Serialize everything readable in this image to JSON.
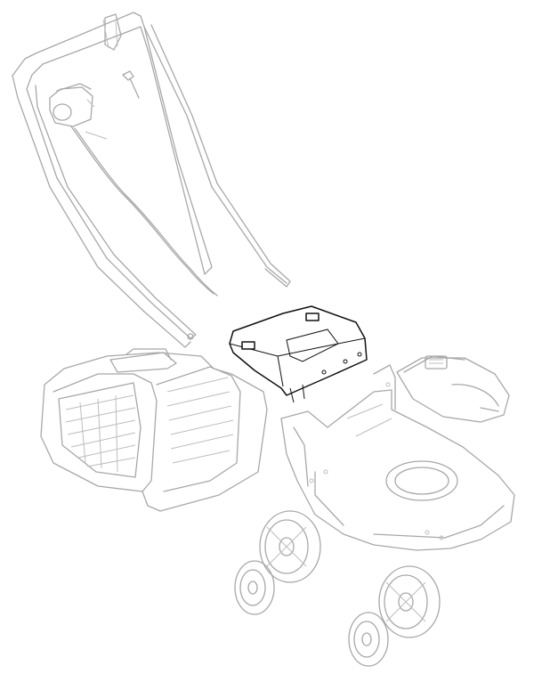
{
  "diagram": {
    "highlight_color": "#111111",
    "line_color": "#a8a8a8",
    "background": "#ffffff",
    "parts": [
      {
        "id": "handle",
        "icon": "mower-handle-icon",
        "highlighted": false
      },
      {
        "id": "switch-box",
        "icon": "switch-box-icon",
        "highlighted": false
      },
      {
        "id": "screw",
        "icon": "screw-icon",
        "highlighted": false
      },
      {
        "id": "cable",
        "icon": "cable-icon",
        "highlighted": false
      },
      {
        "id": "grass-box",
        "icon": "grass-box-icon",
        "highlighted": false
      },
      {
        "id": "rear-flap",
        "icon": "rear-flap-icon",
        "highlighted": true
      },
      {
        "id": "motor-cover",
        "icon": "motor-cover-icon",
        "highlighted": false
      },
      {
        "id": "deck",
        "icon": "mower-deck-icon",
        "highlighted": false
      },
      {
        "id": "wheels",
        "icon": "wheel-icon",
        "highlighted": false
      }
    ]
  }
}
